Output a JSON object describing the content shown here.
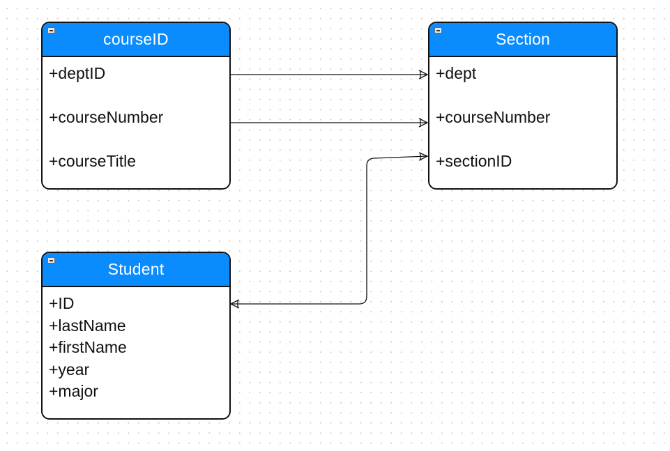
{
  "entities": {
    "course": {
      "title": "courseID",
      "attributes": [
        "+deptID",
        "+courseNumber",
        "+courseTitle"
      ]
    },
    "section": {
      "title": "Section",
      "attributes": [
        "+dept",
        "+courseNumber",
        "+sectionID"
      ]
    },
    "student": {
      "title": "Student",
      "attributes": [
        "+ID",
        "+lastName",
        "+firstName",
        "+year",
        "+major"
      ]
    }
  },
  "relationships": [
    {
      "from": "courseID.deptID",
      "to": "Section.dept",
      "end": "one-to-many"
    },
    {
      "from": "courseID.courseNumber",
      "to": "Section.courseNumber",
      "end": "one-to-many"
    },
    {
      "from": "Student.ID",
      "to": "Section.sectionID",
      "end": "many-to-many"
    }
  ],
  "colors": {
    "header": "#0a8cff",
    "border": "#111111",
    "header_text": "#ffffff"
  },
  "icons": [
    "collapse-icon"
  ]
}
